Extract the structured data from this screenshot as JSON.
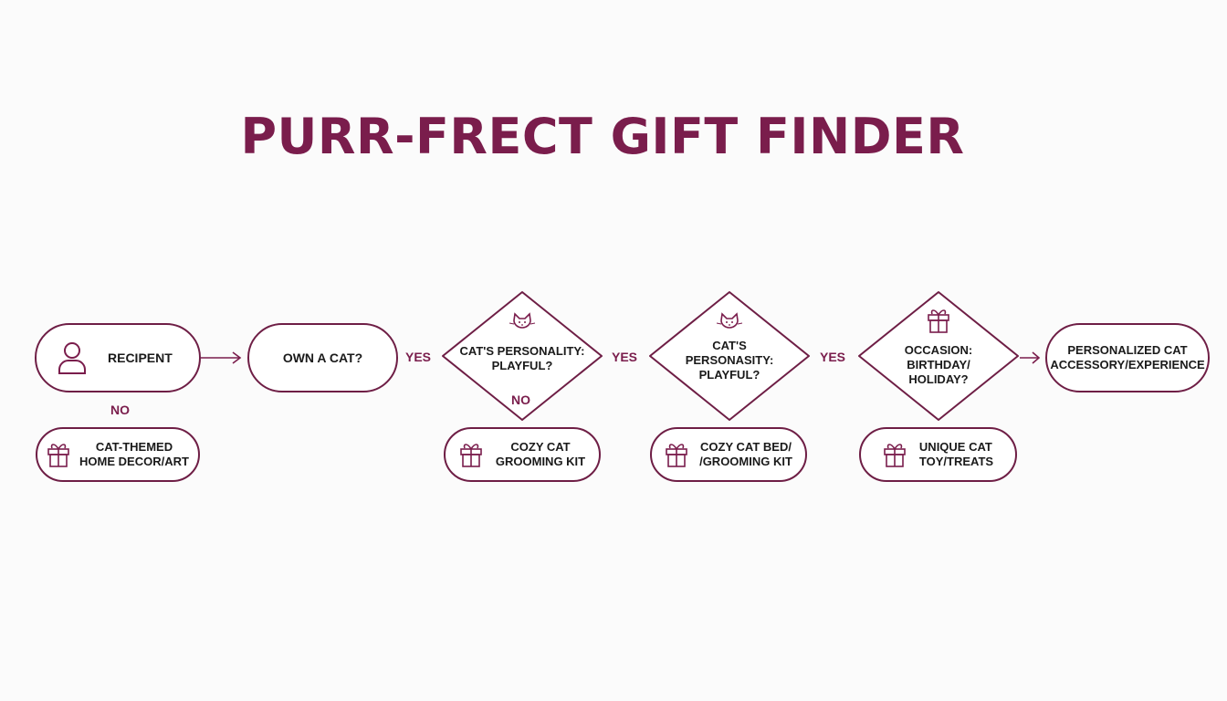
{
  "title": "PURR-FRECT GIFT FINDER",
  "colors": {
    "accent": "#7a1d4c",
    "stroke": "#6e1e45",
    "background": "#fbfbfb"
  },
  "nodes": {
    "recipient": {
      "label": "RECIPENT",
      "icon": "person-icon"
    },
    "own_cat": {
      "label": "OWN A CAT?"
    },
    "personality1": {
      "line1": "CAT'S PERSONALITY:",
      "line2": "PLAYFUL?",
      "icon": "cat-icon"
    },
    "personality2": {
      "line1": "CAT'S",
      "line2": "PERSONASITY:",
      "line3": "PLAYFUL?",
      "icon": "cat-icon"
    },
    "occasion": {
      "line1": "OCCASION:",
      "line2": "BIRTHDAY/",
      "line3": "HOLIDAY?",
      "icon": "gift-icon"
    },
    "final": {
      "line1": "PERSONALIZED CAT",
      "line2": "ACCESSORY/EXPERIENCE"
    }
  },
  "outcomes": [
    {
      "line1": "CAT-THEMED",
      "line2": "HOME DECOR/ART",
      "icon": "gift-icon"
    },
    {
      "line1": "COZY CAT",
      "line2": "GROOMING KIT",
      "icon": "gift-icon"
    },
    {
      "line1": "COZY CAT BED/",
      "line2": "/GROOMING KIT",
      "icon": "gift-icon"
    },
    {
      "line1": "UNIQUE CAT",
      "line2": "TOY/TREATS",
      "icon": "gift-icon"
    }
  ],
  "edge_labels": {
    "yes1": "YES",
    "yes2": "YES",
    "yes3": "YES",
    "no1": "NO",
    "no2": "NO"
  }
}
